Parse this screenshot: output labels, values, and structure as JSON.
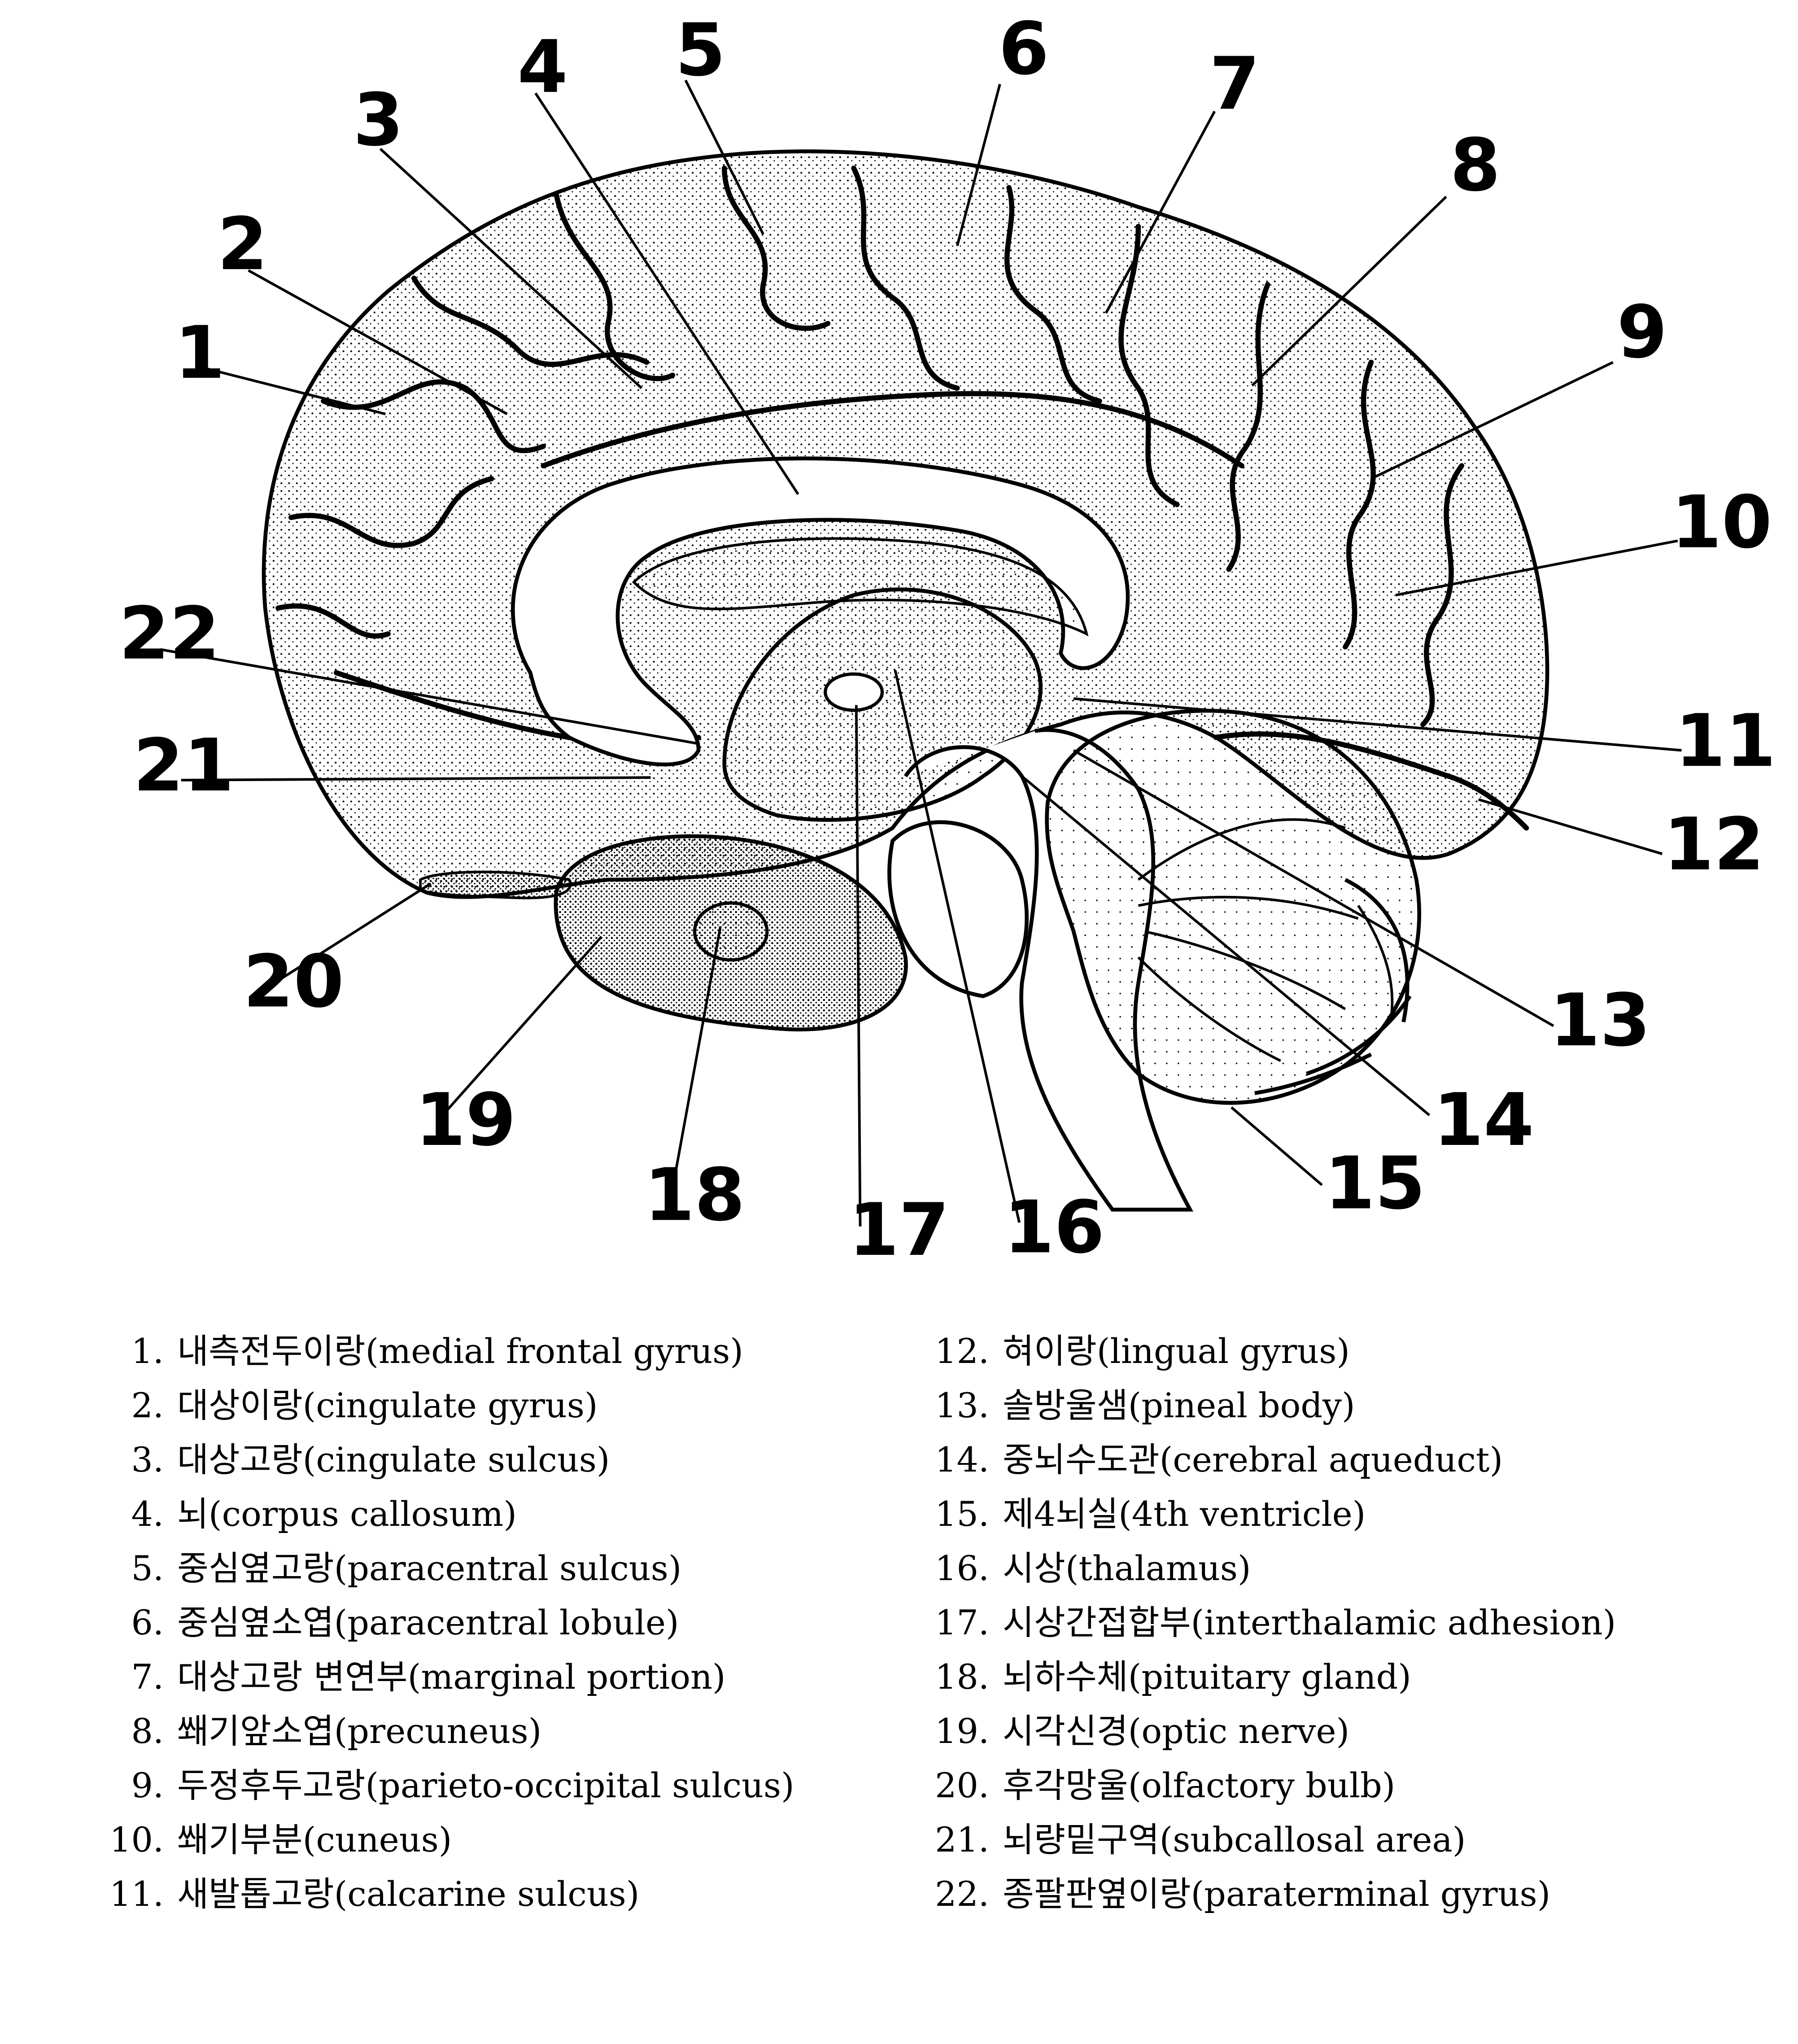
{
  "figure": {
    "labels": [
      "1",
      "2",
      "3",
      "4",
      "5",
      "6",
      "7",
      "8",
      "9",
      "10",
      "11",
      "12",
      "13",
      "14",
      "15",
      "16",
      "17",
      "18",
      "19",
      "20",
      "21",
      "22"
    ]
  },
  "legend": {
    "left": [
      {
        "num": "1.",
        "text": "내측전두이랑(medial frontal gyrus)"
      },
      {
        "num": "2.",
        "text": "대상이랑(cingulate gyrus)"
      },
      {
        "num": "3.",
        "text": "대상고랑(cingulate sulcus)"
      },
      {
        "num": "4.",
        "text": "뇌(corpus callosum)"
      },
      {
        "num": "5.",
        "text": "중심옆고랑(paracentral sulcus)"
      },
      {
        "num": "6.",
        "text": "중심옆소엽(paracentral lobule)"
      },
      {
        "num": "7.",
        "text": "대상고랑 변연부(marginal portion)"
      },
      {
        "num": "8.",
        "text": "쐐기앞소엽(precuneus)"
      },
      {
        "num": "9.",
        "text": "두정후두고랑(parieto-occipital sulcus)"
      },
      {
        "num": "10.",
        "text": "쐐기부분(cuneus)"
      },
      {
        "num": "11.",
        "text": "새발톱고랑(calcarine sulcus)"
      }
    ],
    "right": [
      {
        "num": "12.",
        "text": "혀이랑(lingual gyrus)"
      },
      {
        "num": "13.",
        "text": "솔방울샘(pineal body)"
      },
      {
        "num": "14.",
        "text": "중뇌수도관(cerebral aqueduct)"
      },
      {
        "num": "15.",
        "text": "제4뇌실(4th ventricle)"
      },
      {
        "num": "16.",
        "text": "시상(thalamus)"
      },
      {
        "num": "17.",
        "text": "시상간접합부(interthalamic adhesion)"
      },
      {
        "num": "18.",
        "text": "뇌하수체(pituitary gland)"
      },
      {
        "num": "19.",
        "text": "시각신경(optic nerve)"
      },
      {
        "num": "20.",
        "text": "후각망울(olfactory bulb)"
      },
      {
        "num": "21.",
        "text": "뇌량밑구역(subcallosal area)"
      },
      {
        "num": "22.",
        "text": "종팔판옆이랑(paraterminal gyrus)"
      }
    ]
  }
}
